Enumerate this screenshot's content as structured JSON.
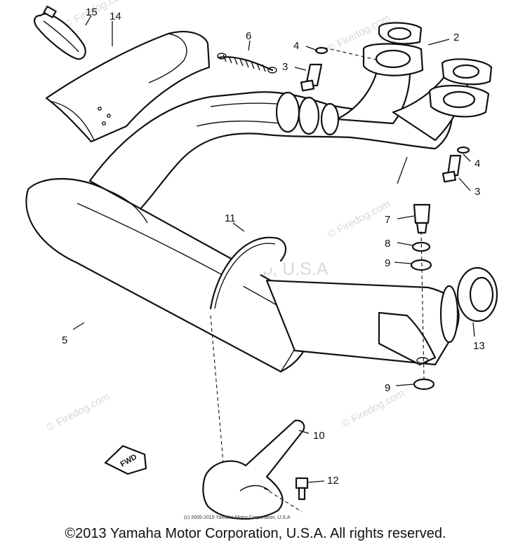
{
  "watermarks": {
    "site": "© Firedog.com",
    "center": "Yamaha Motor Corp, U.S.A"
  },
  "callouts": {
    "p2": "2",
    "p3a": "3",
    "p3b": "3",
    "p4a": "4",
    "p4b": "4",
    "p5": "5",
    "p6": "6",
    "p7": "7",
    "p8": "8",
    "p9a": "9",
    "p9b": "9",
    "p10": "10",
    "p11": "11",
    "p12": "12",
    "p13": "13",
    "p14": "14",
    "p15": "15"
  },
  "direction_arrow": "FWD",
  "small_credit": "(c) 2005-2015 Yamaha Motor Corporation, U.S.A",
  "copyright": "©2013 Yamaha Motor Corporation, U.S.A. All rights reserved."
}
